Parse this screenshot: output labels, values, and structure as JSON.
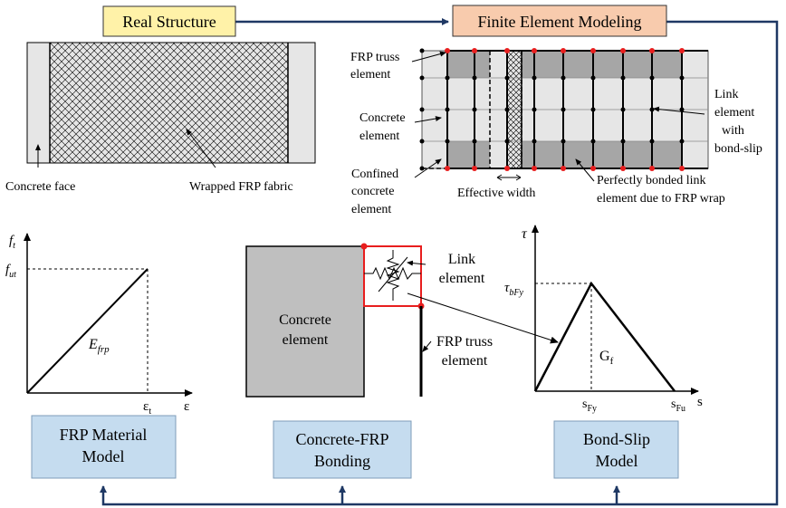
{
  "boxes": {
    "real_structure": "Real Structure",
    "fe_modeling": "Finite Element Modeling",
    "frp_material_1": "FRP Material",
    "frp_material_2": "Model",
    "bonding_1": "Concrete-FRP",
    "bonding_2": "Bonding",
    "bondslip_1": "Bond-Slip",
    "bondslip_2": "Model"
  },
  "real_structure": {
    "concrete_face": "Concrete face",
    "wrapped_frp": "Wrapped FRP  fabric"
  },
  "fe_model": {
    "frp_truss_1": "FRP truss",
    "frp_truss_2": "element",
    "concrete_1": "Concrete",
    "concrete_2": "element",
    "confined_1": "Confined",
    "confined_2": "concrete",
    "confined_3": "element",
    "effective_width": "Effective width",
    "link_1": "Link",
    "link_2": "element",
    "link_3": "with",
    "link_4": "bond-slip",
    "bonded_1": "Perfectly bonded link",
    "bonded_2": "element due to FRP  wrap"
  },
  "material_plot": {
    "y_axis": "f",
    "y_axis_sub": "t",
    "fut": "f",
    "fut_sub": "ut",
    "slope": "E",
    "slope_sub": "frp",
    "et": "ε",
    "et_sub": "t",
    "x_axis": "ε"
  },
  "bonding": {
    "concrete_1": "Concrete",
    "concrete_2": "element",
    "link_1": "Link",
    "link_2": "element",
    "frp_1": "FRP truss",
    "frp_2": "element"
  },
  "bondslip_plot": {
    "y_axis": "τ",
    "tau_peak": "τ",
    "tau_peak_sub": "bFy",
    "area": "G",
    "area_sub": "f",
    "sfy": "s",
    "sfy_sub": "Fy",
    "sfu": "s",
    "sfu_sub": "Fu",
    "x_axis": "s"
  },
  "colors": {
    "yellow_box": "#FFF2A8",
    "salmon_box": "#F8CBAD",
    "blue_box": "#C5DCEF",
    "arrow": "#1F3864",
    "red": "#E81E1E",
    "dark_band": "#A6A6A6",
    "light_band": "#E6E6E6",
    "concrete_gray": "#BFBFBF"
  }
}
